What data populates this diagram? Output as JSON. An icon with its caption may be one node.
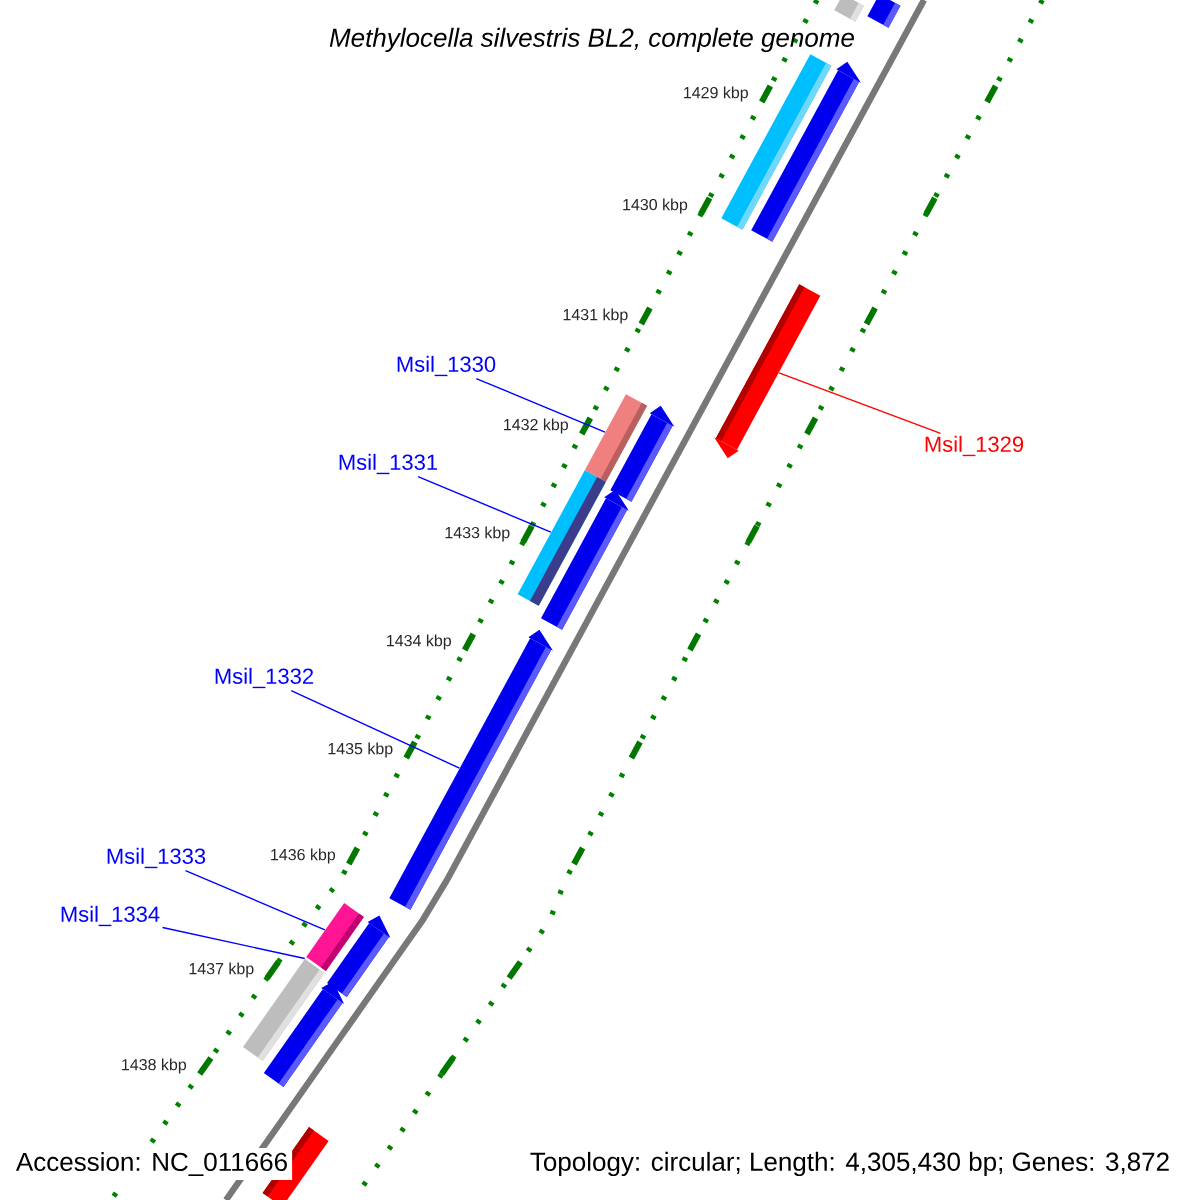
{
  "diagram": {
    "title": "Methylocella silvestris BL2, complete genome",
    "nodes": [
      {
        "text": [
          "Msil_1329"
        ]
      },
      {
        "text": [
          "Msil_1330"
        ]
      },
      {
        "text": [
          "Msil_1331"
        ]
      },
      {
        "text": [
          "Msil_1332"
        ]
      },
      {
        "text": [
          "Msil_1333"
        ]
      },
      {
        "text": [
          "Msil_1334"
        ]
      },
      {
        "text": [],
        "shape": "bar"
      },
      {
        "text": [],
        "shape": "bar"
      },
      {
        "text": [],
        "shape": "bar"
      },
      {
        "text": [],
        "shape": "bar"
      },
      {
        "text": [],
        "shape": "bar"
      },
      {
        "text": [],
        "shape": "bar"
      },
      {
        "text": [],
        "shape": "bar"
      },
      {
        "text": [],
        "shape": "bar"
      },
      {
        "text": [],
        "shape": "bar"
      },
      {
        "text": [],
        "shape": "bar"
      },
      {
        "text": [],
        "shape": "bar"
      },
      {
        "text": [],
        "shape": "bar"
      },
      {
        "text": [],
        "shape": "bar"
      },
      {
        "text": [],
        "shape": "bar"
      },
      {
        "text": [],
        "shape": "bar"
      }
    ],
    "edges": [
      {
        "from": 0,
        "to": 10,
        "arrow": "none",
        "color": "#ff0000"
      },
      {
        "from": 1,
        "to": 11,
        "arrow": "none"
      },
      {
        "from": 2,
        "to": 13,
        "arrow": "none"
      },
      {
        "from": 3,
        "to": 15,
        "arrow": "none"
      },
      {
        "from": 4,
        "to": 16,
        "arrow": "none"
      },
      {
        "from": 5,
        "to": 18,
        "arrow": "none"
      }
    ],
    "labels": [
      "1429 kbp",
      "1430 kbp",
      "1431 kbp",
      "1432 kbp",
      "1433 kbp",
      "1434 kbp",
      "1435 kbp",
      "1436 kbp",
      "1437 kbp",
      "1438 kbp",
      "Accession: NC_011666",
      "Topology: circular; Length: 4,305,430 bp; Genes: 3,872"
    ]
  }
}
